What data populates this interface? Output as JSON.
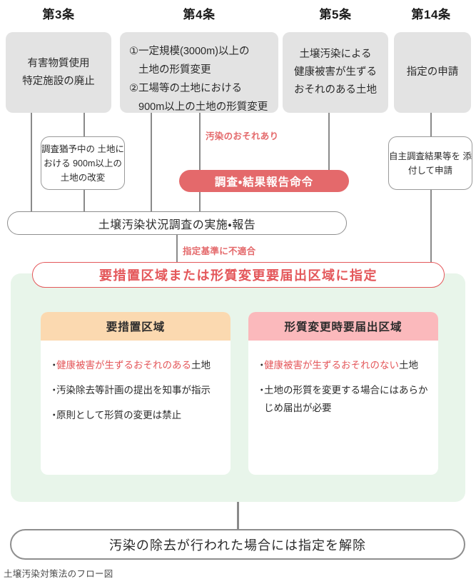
{
  "diagram": {
    "caption": "土壌汚染対策法のフロー図",
    "colors": {
      "grey_box": "#e3e3e3",
      "red_accent": "#e4575a",
      "red_pill": "#e4696b",
      "green_panel": "#e8f5ea",
      "orange_header": "#fbd9b0",
      "pink_header": "#fbb9bc",
      "line": "#8a8a8a"
    }
  },
  "articles": [
    {
      "id": "art3",
      "label": "第3条"
    },
    {
      "id": "art4",
      "label": "第4条"
    },
    {
      "id": "art5",
      "label": "第5条"
    },
    {
      "id": "art14",
      "label": "第14条"
    }
  ],
  "source_boxes": {
    "art3": {
      "line1": "有害物質使用",
      "line2": "特定施設の廃止"
    },
    "art4": {
      "item1_line1": "①一定規模(3000m)以上の",
      "item1_line2": "土地の形質変更",
      "item2_line1": "②工場等の土地における",
      "item2_line2": "900m以上の土地の形質変更"
    },
    "art5": {
      "line1": "土壌汚染による",
      "line2": "健康被害が生ずる",
      "line3": "おそれのある土地"
    },
    "art14": {
      "line1": "指定の申請"
    }
  },
  "condition_boxes": {
    "deferred_survey": {
      "line1": "調査猶予中の",
      "line2": "土地における",
      "line3": "900m以上の",
      "line4": "土地の改変"
    },
    "voluntary_application": {
      "line1": "自主調査結果等を",
      "line2": "添付して申請"
    }
  },
  "order_pill": {
    "label": "調査・結果報告命令"
  },
  "annotations": {
    "contamination_risk": "汚染のおそれあり",
    "nonconforming": "指定基準に不適合"
  },
  "survey_box": {
    "label": "土壌汚染状況調査の実施・報告"
  },
  "designation_box": {
    "label": "要措置区域または形質変更要届出区域に指定"
  },
  "categories": [
    {
      "id": "measure-required-area",
      "title": "要措置区域",
      "bullets": [
        {
          "red_part": "健康被害が生ずるおそれのある",
          "plain_part": "土地"
        },
        {
          "red_part": "",
          "plain_part": "汚染除去等計画の提出を知事が指示"
        },
        {
          "red_part": "",
          "plain_part": "原則として形質の変更は禁止"
        }
      ]
    },
    {
      "id": "form-change-notification-area",
      "title": "形質変更時要届出区域",
      "bullets": [
        {
          "red_part": "健康被害が生ずるおそれのない",
          "plain_part": "土地"
        },
        {
          "red_part": "",
          "plain_part": "土地の形質を変更する場合にはあらかじめ届出が必要"
        }
      ]
    }
  ],
  "release_box": {
    "label": "汚染の除去が行われた場合には指定を解除"
  },
  "bullet_marker": "・"
}
